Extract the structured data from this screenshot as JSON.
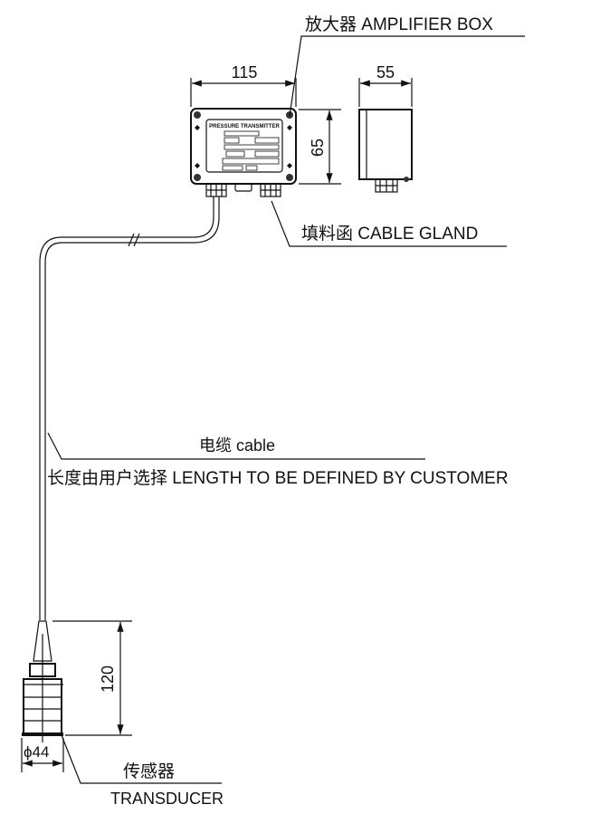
{
  "amplifier": {
    "label": "放大器 AMPLIFIER BOX",
    "width_dim": "115",
    "height_dim": "65",
    "depth_dim": "55",
    "plate_title": "PRESSURE TRANSMITTER"
  },
  "gland": {
    "label": "填料函 CABLE GLAND"
  },
  "cable": {
    "label": "电缆  cable",
    "note": "长度由用户选择 LENGTH TO BE DEFINED BY CUSTOMER"
  },
  "transducer": {
    "height_dim": "120",
    "diameter_dim": "ϕ44",
    "label_cn": "传感器",
    "label_en": "TRANSDUCER"
  }
}
